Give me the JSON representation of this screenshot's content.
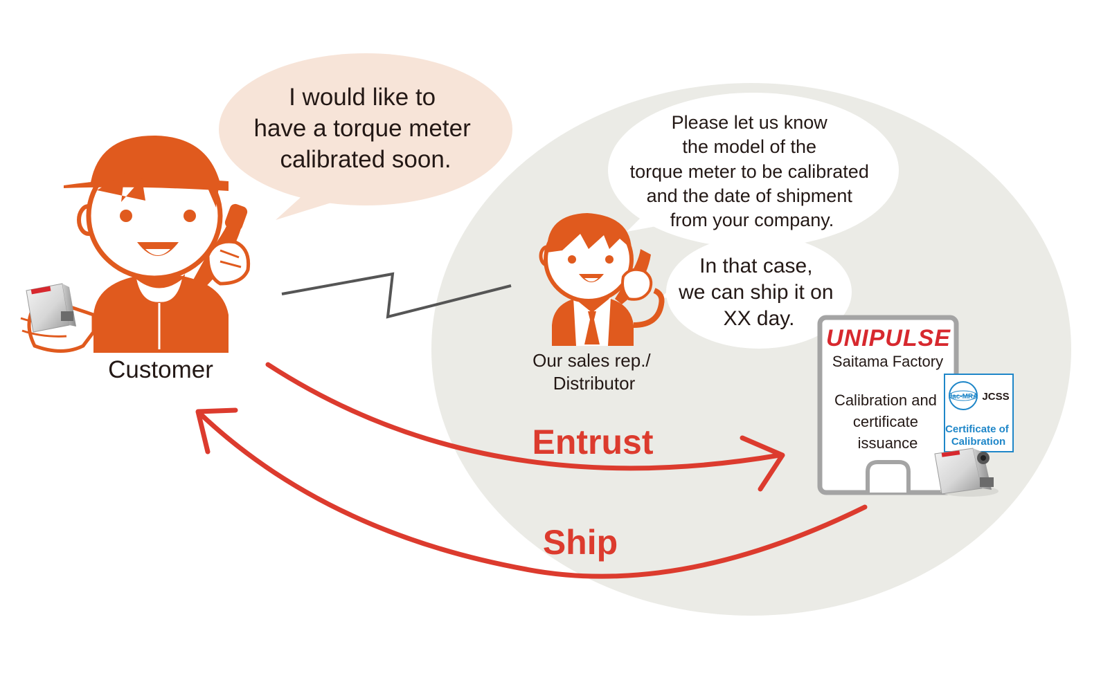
{
  "colors": {
    "orange": "#e05a1e",
    "orange_light": "#f7e4d8",
    "arrow_red": "#dc3b2e",
    "grey_ellipse": "#ebebe6",
    "grey_border": "#a4a4a4",
    "line_dark": "#555555",
    "text": "#231815",
    "logo_red": "#d7282e",
    "cert_blue": "#1e86c8"
  },
  "customer": {
    "label": "Customer",
    "speech": [
      "I would like to",
      "have a torque meter",
      "calibrated soon."
    ]
  },
  "sales": {
    "label_lines": [
      "Our sales rep./",
      "Distributor"
    ],
    "speech_1": [
      "Please let us know",
      "the model of the",
      "torque meter to be calibrated",
      "and the date of shipment",
      "from your company."
    ],
    "speech_2": [
      "In that case,",
      "we can ship it on",
      "XX day."
    ]
  },
  "factory": {
    "logo": "UNIPULSE",
    "name": "Saitama Factory",
    "process_lines": [
      "Calibration and",
      "certificate",
      "issuance"
    ]
  },
  "certificate": {
    "mark_left": "ilac-MRA",
    "mark_right": "JCSS",
    "title_lines": [
      "Certificate of",
      "Calibration"
    ]
  },
  "flows": {
    "entrust": "Entrust",
    "ship": "Ship"
  },
  "icons": {
    "customer": "customer-with-phone-icon",
    "sales": "sales-rep-with-phone-icon",
    "phone_link": "phone-connection-zigzag-icon",
    "device": "torque-meter-device-icon",
    "factory": "factory-building-icon"
  }
}
